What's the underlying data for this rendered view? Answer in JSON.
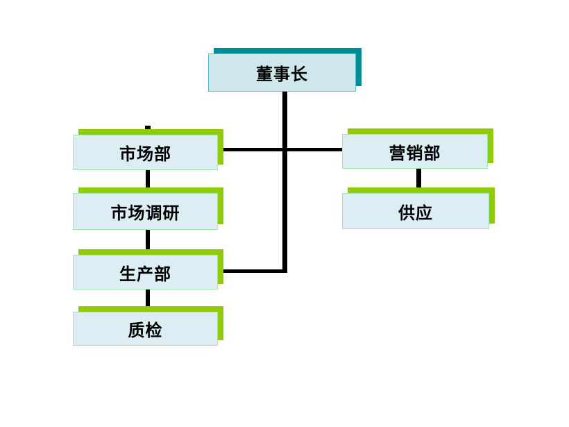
{
  "app": {
    "type": "organization-chart",
    "background": "#FFFFFF"
  },
  "palette": {
    "chairman_fill": "#CDE7EB",
    "chairman_border": "#5BC4CE",
    "chairman_shadow": "#008C95",
    "department_fill": "#DCEDF4",
    "department_border": "#9FE9AD",
    "department_shadow": "#8FCB08",
    "connector": "#000000",
    "text": "#000000"
  },
  "org_chart": {
    "nodes": [
      {
        "id": "chairman",
        "label": "董事长",
        "role": "root"
      },
      {
        "id": "marketing",
        "label": "市场部",
        "role": "department"
      },
      {
        "id": "market-research",
        "label": "市场调研",
        "role": "department"
      },
      {
        "id": "production",
        "label": "生产部",
        "role": "department"
      },
      {
        "id": "quality-inspection",
        "label": "质检",
        "role": "department"
      },
      {
        "id": "sales",
        "label": "营销部",
        "role": "department"
      },
      {
        "id": "supply",
        "label": "供应",
        "role": "department"
      }
    ],
    "edges": [
      {
        "from": "chairman",
        "to": "marketing"
      },
      {
        "from": "chairman",
        "to": "sales"
      },
      {
        "from": "chairman",
        "to": "production"
      },
      {
        "from": "marketing",
        "to": "market-research"
      },
      {
        "from": "market-research",
        "to": "production"
      },
      {
        "from": "production",
        "to": "quality-inspection"
      },
      {
        "from": "sales",
        "to": "supply"
      }
    ]
  }
}
